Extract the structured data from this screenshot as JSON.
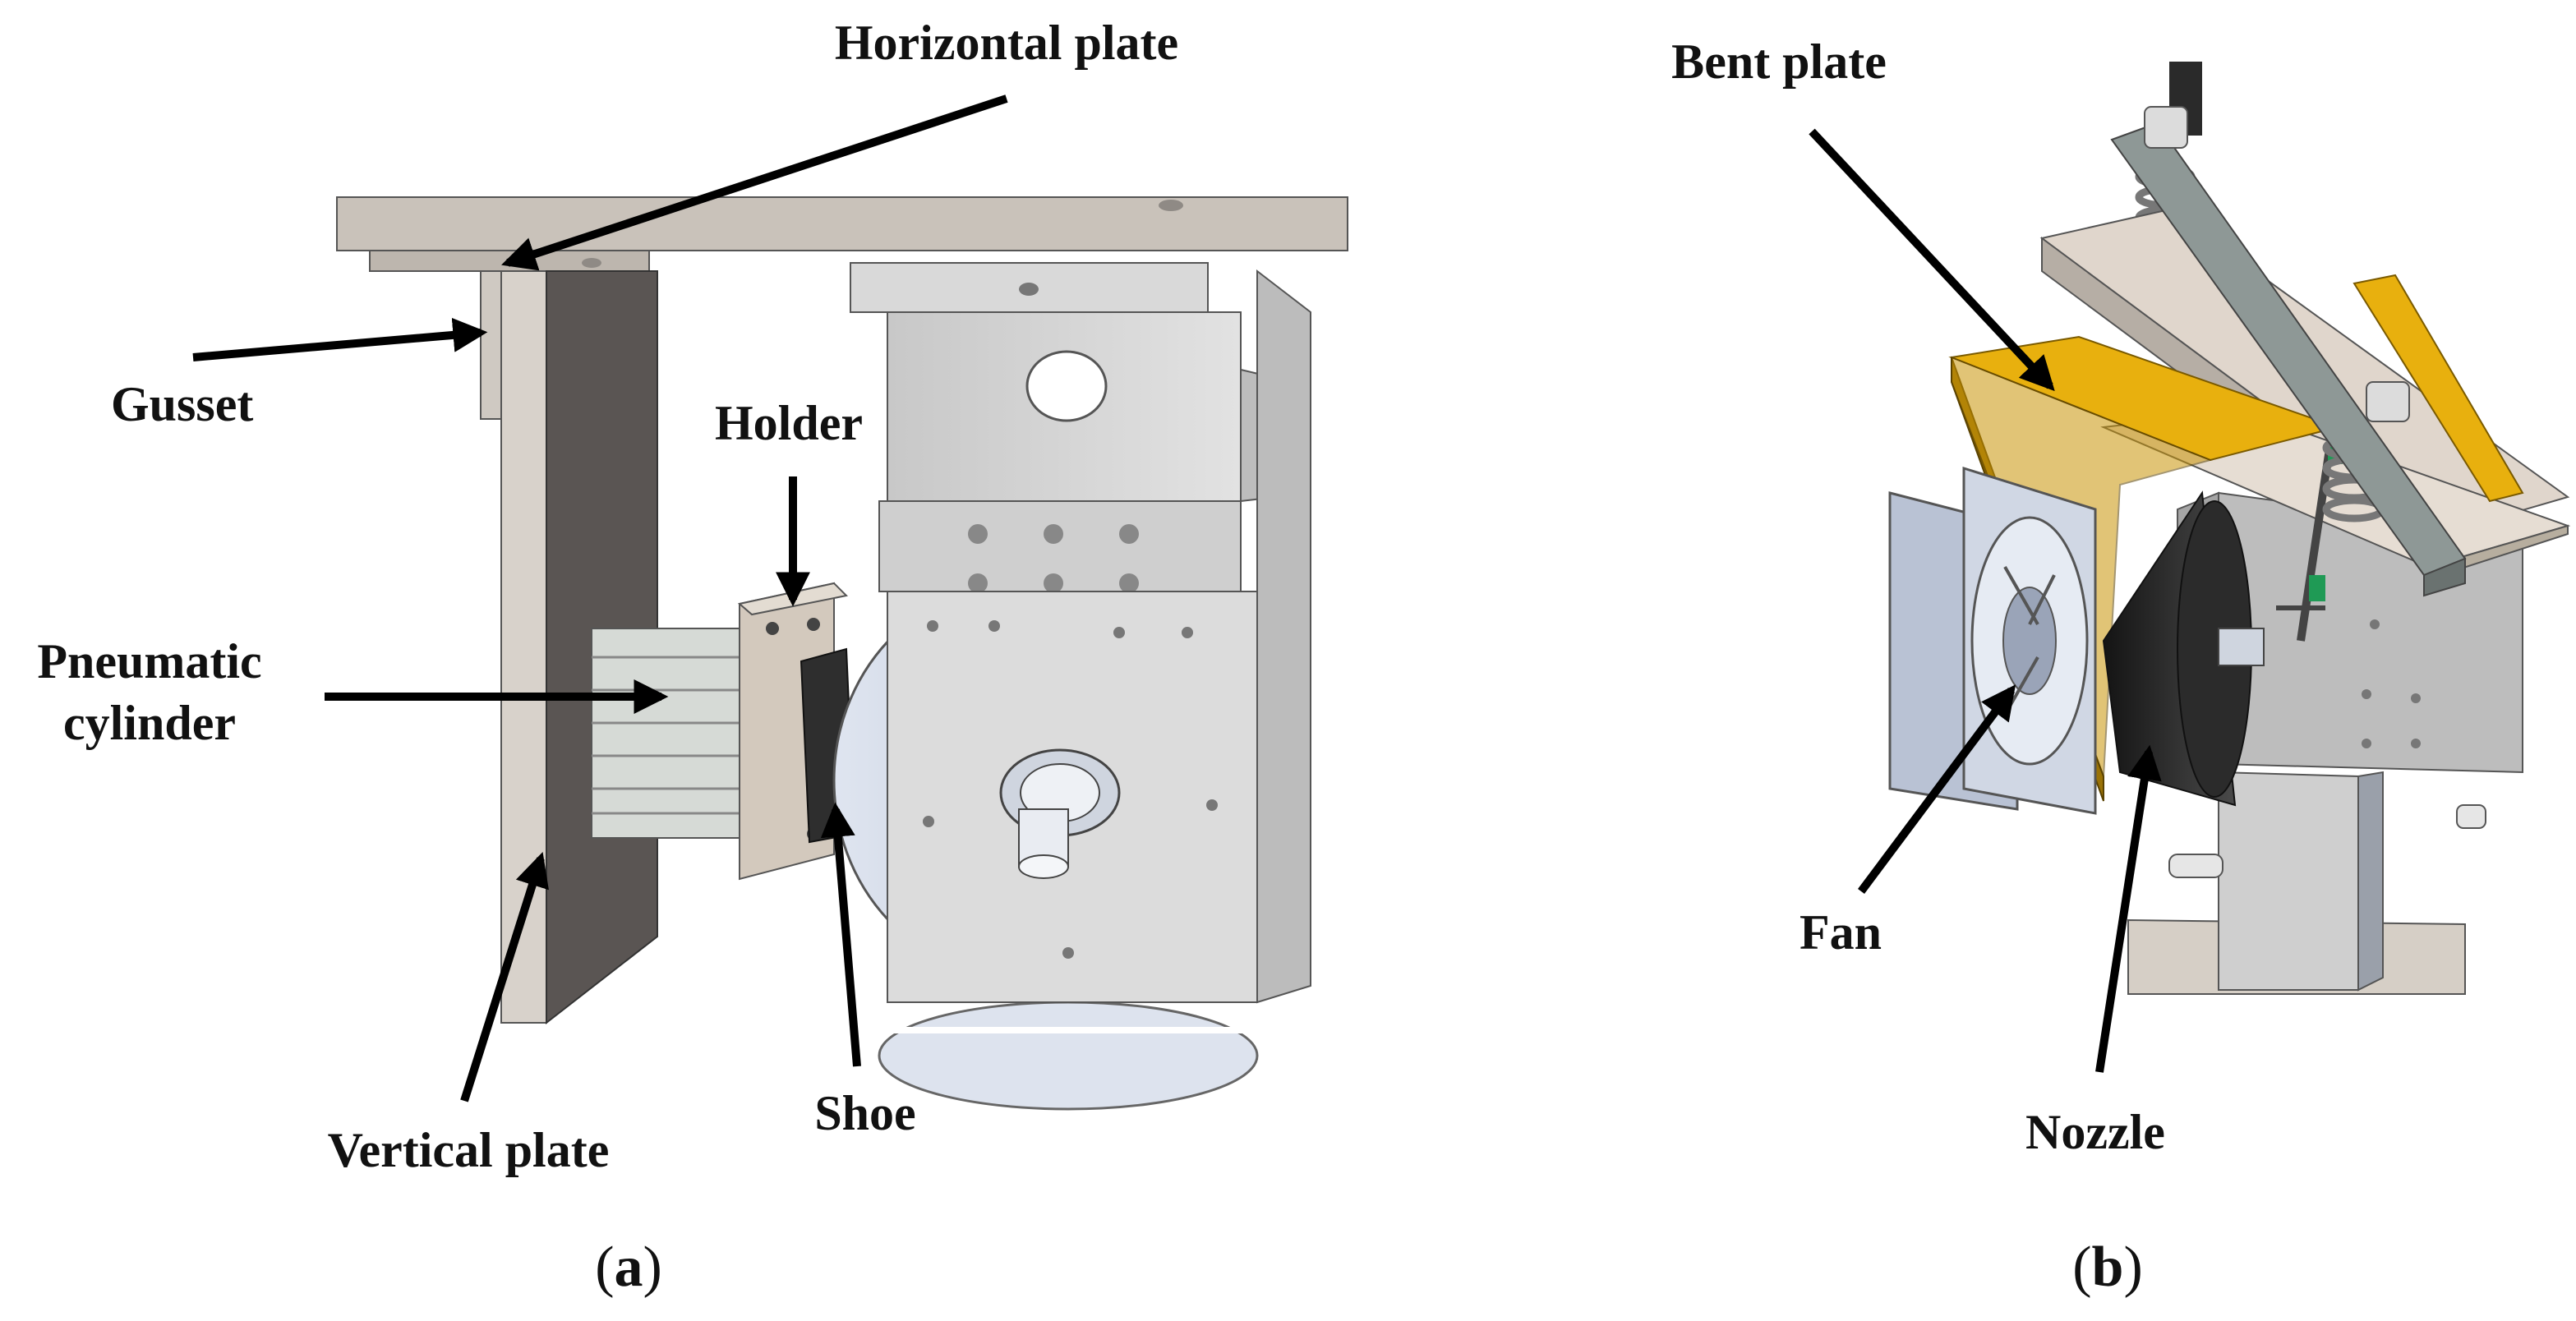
{
  "panel_a": {
    "caption_open": "(",
    "caption_letter": "a",
    "caption_close": ")",
    "labels": {
      "horizontal_plate": "Horizontal plate",
      "gusset": "Gusset",
      "holder": "Holder",
      "pneumatic_line1": "Pneumatic",
      "pneumatic_line2": "cylinder",
      "vertical_plate": "Vertical plate",
      "shoe": "Shoe"
    }
  },
  "panel_b": {
    "caption_open": "(",
    "caption_letter": "b",
    "caption_close": ")",
    "labels": {
      "bent_plate": "Bent plate",
      "fan": "Fan",
      "nozzle": "Nozzle"
    }
  },
  "colors": {
    "frame": "#c6c0b8",
    "steel": "#d4d4d4",
    "bent_plate": "#e8b00e",
    "fan": "#b9c2d4",
    "nozzle": "#2a2a2a",
    "spring": "#8a8a8a",
    "green": "#1f9a55",
    "arrow": "#000000"
  }
}
